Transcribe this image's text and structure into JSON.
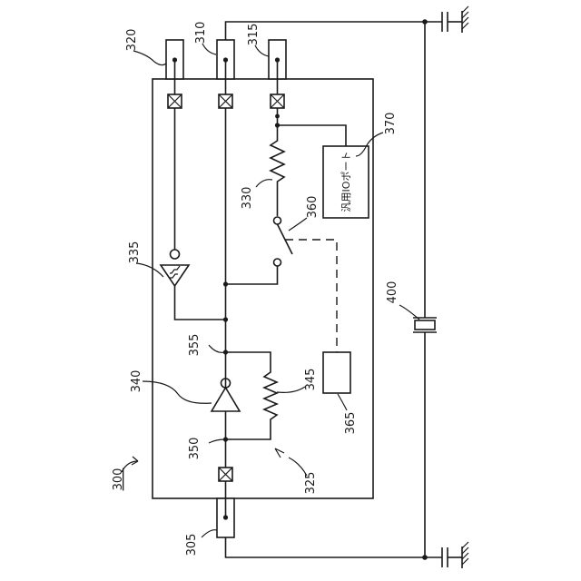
{
  "labels": {
    "device": "300",
    "pin_bottom": "305",
    "pin_middle": "310",
    "pin_right": "315",
    "pin_left": "320",
    "feedback_network": "325",
    "resistor_top": "330",
    "buffer_top": "335",
    "inverter": "340",
    "resistor_feedback": "345",
    "node_lower": "350",
    "node_upper": "355",
    "switch": "360",
    "switch_control": "365",
    "io_port_ref": "370",
    "crystal": "400"
  },
  "io_port_text": "汎用IOポート"
}
